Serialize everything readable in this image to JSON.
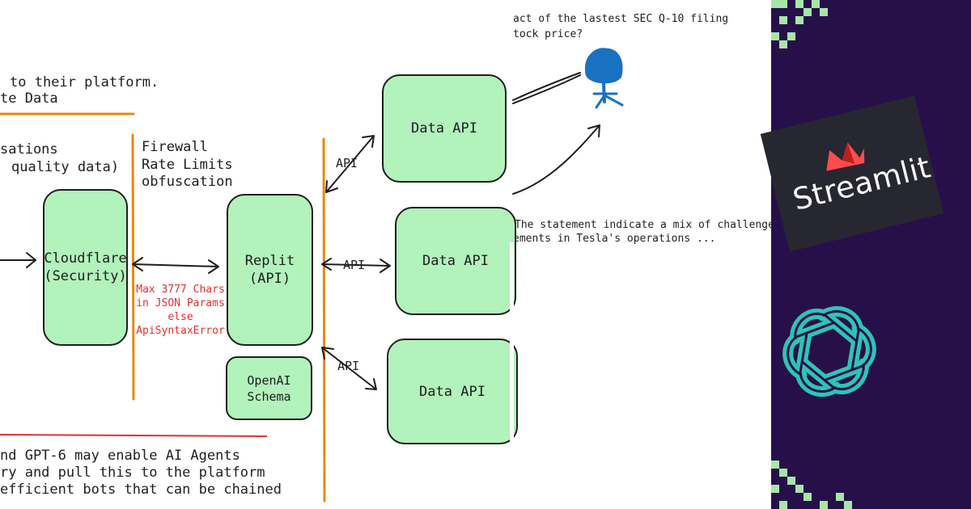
{
  "top_question": {
    "line1": "act of the lastest SEC Q-10 filing",
    "line2": "tock price?"
  },
  "left_note": {
    "line1": "to their platform.",
    "line2": "te Data"
  },
  "left_list": {
    "line1": "sations",
    "line2": "quality data)"
  },
  "firewall_note": {
    "line1": "Firewall",
    "line2": "Rate Limits",
    "line3": "obfuscation"
  },
  "boxes": {
    "cloudflare": {
      "line1": "Cloudflare",
      "line2": "(Security)"
    },
    "replit": {
      "line1": "Replit",
      "line2": "(API)"
    },
    "openai_schema": {
      "line1": "OpenAI",
      "line2": "Schema"
    },
    "data_api_1": "Data API",
    "data_api_2": "Data API",
    "data_api_3": "Data API"
  },
  "limit_note": {
    "line1": "Max 3777 Chars",
    "line2": "in JSON Params",
    "line3": "else",
    "line4": "ApiSyntaxError"
  },
  "api_labels": {
    "top": "API",
    "middle": "API",
    "bottom": "API"
  },
  "response_note": {
    "line1": "The statement indicate a mix of challenges",
    "line2": "ements in Tesla's operations ..."
  },
  "bottom_note": {
    "line1": "nd GPT-6 may enable AI Agents",
    "line2": "ry and pull this to the platform",
    "line3": "efficient bots that can be chained"
  },
  "branding": {
    "streamlit_label": "Streamlit",
    "colors": {
      "panel": "#27104a",
      "streamlit_card": "#262730",
      "streamlit_red": "#ff4b4b",
      "openai_teal": "#2ec4b6",
      "pixel_green": "#a8e6a8"
    }
  },
  "colors": {
    "box_fill": "#b2f2bb",
    "orange_line": "#e8890c",
    "red_text": "#e03131",
    "user_icon": "#1971c2"
  }
}
